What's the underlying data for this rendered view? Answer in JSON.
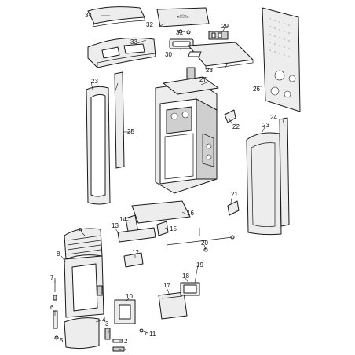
{
  "callouts": [
    {
      "id": "c1",
      "label": "1"
    },
    {
      "id": "c2",
      "label": "2"
    },
    {
      "id": "c3",
      "label": "3"
    },
    {
      "id": "c4",
      "label": "4"
    },
    {
      "id": "c5",
      "label": "5"
    },
    {
      "id": "c6",
      "label": "6"
    },
    {
      "id": "c7",
      "label": "7"
    },
    {
      "id": "c8",
      "label": "8"
    },
    {
      "id": "c9",
      "label": "9"
    },
    {
      "id": "c10",
      "label": "10"
    },
    {
      "id": "c11",
      "label": "11"
    },
    {
      "id": "c12",
      "label": "12"
    },
    {
      "id": "c13",
      "label": "13"
    },
    {
      "id": "c14",
      "label": "14"
    },
    {
      "id": "c15",
      "label": "15"
    },
    {
      "id": "c16",
      "label": "16"
    },
    {
      "id": "c17",
      "label": "17"
    },
    {
      "id": "c18",
      "label": "18"
    },
    {
      "id": "c19",
      "label": "19"
    },
    {
      "id": "c20",
      "label": "20"
    },
    {
      "id": "c21",
      "label": "21"
    },
    {
      "id": "c22",
      "label": "22"
    },
    {
      "id": "c23a",
      "label": "23"
    },
    {
      "id": "c23b",
      "label": "23"
    },
    {
      "id": "c24",
      "label": "24"
    },
    {
      "id": "c25",
      "label": "25"
    },
    {
      "id": "c26",
      "label": "26"
    },
    {
      "id": "c27",
      "label": "27"
    },
    {
      "id": "c28",
      "label": "28"
    },
    {
      "id": "c29",
      "label": "29"
    },
    {
      "id": "c30",
      "label": "30"
    },
    {
      "id": "c31",
      "label": "31"
    },
    {
      "id": "c32",
      "label": "32"
    },
    {
      "id": "c33",
      "label": "33"
    },
    {
      "id": "c34",
      "label": "34"
    }
  ]
}
